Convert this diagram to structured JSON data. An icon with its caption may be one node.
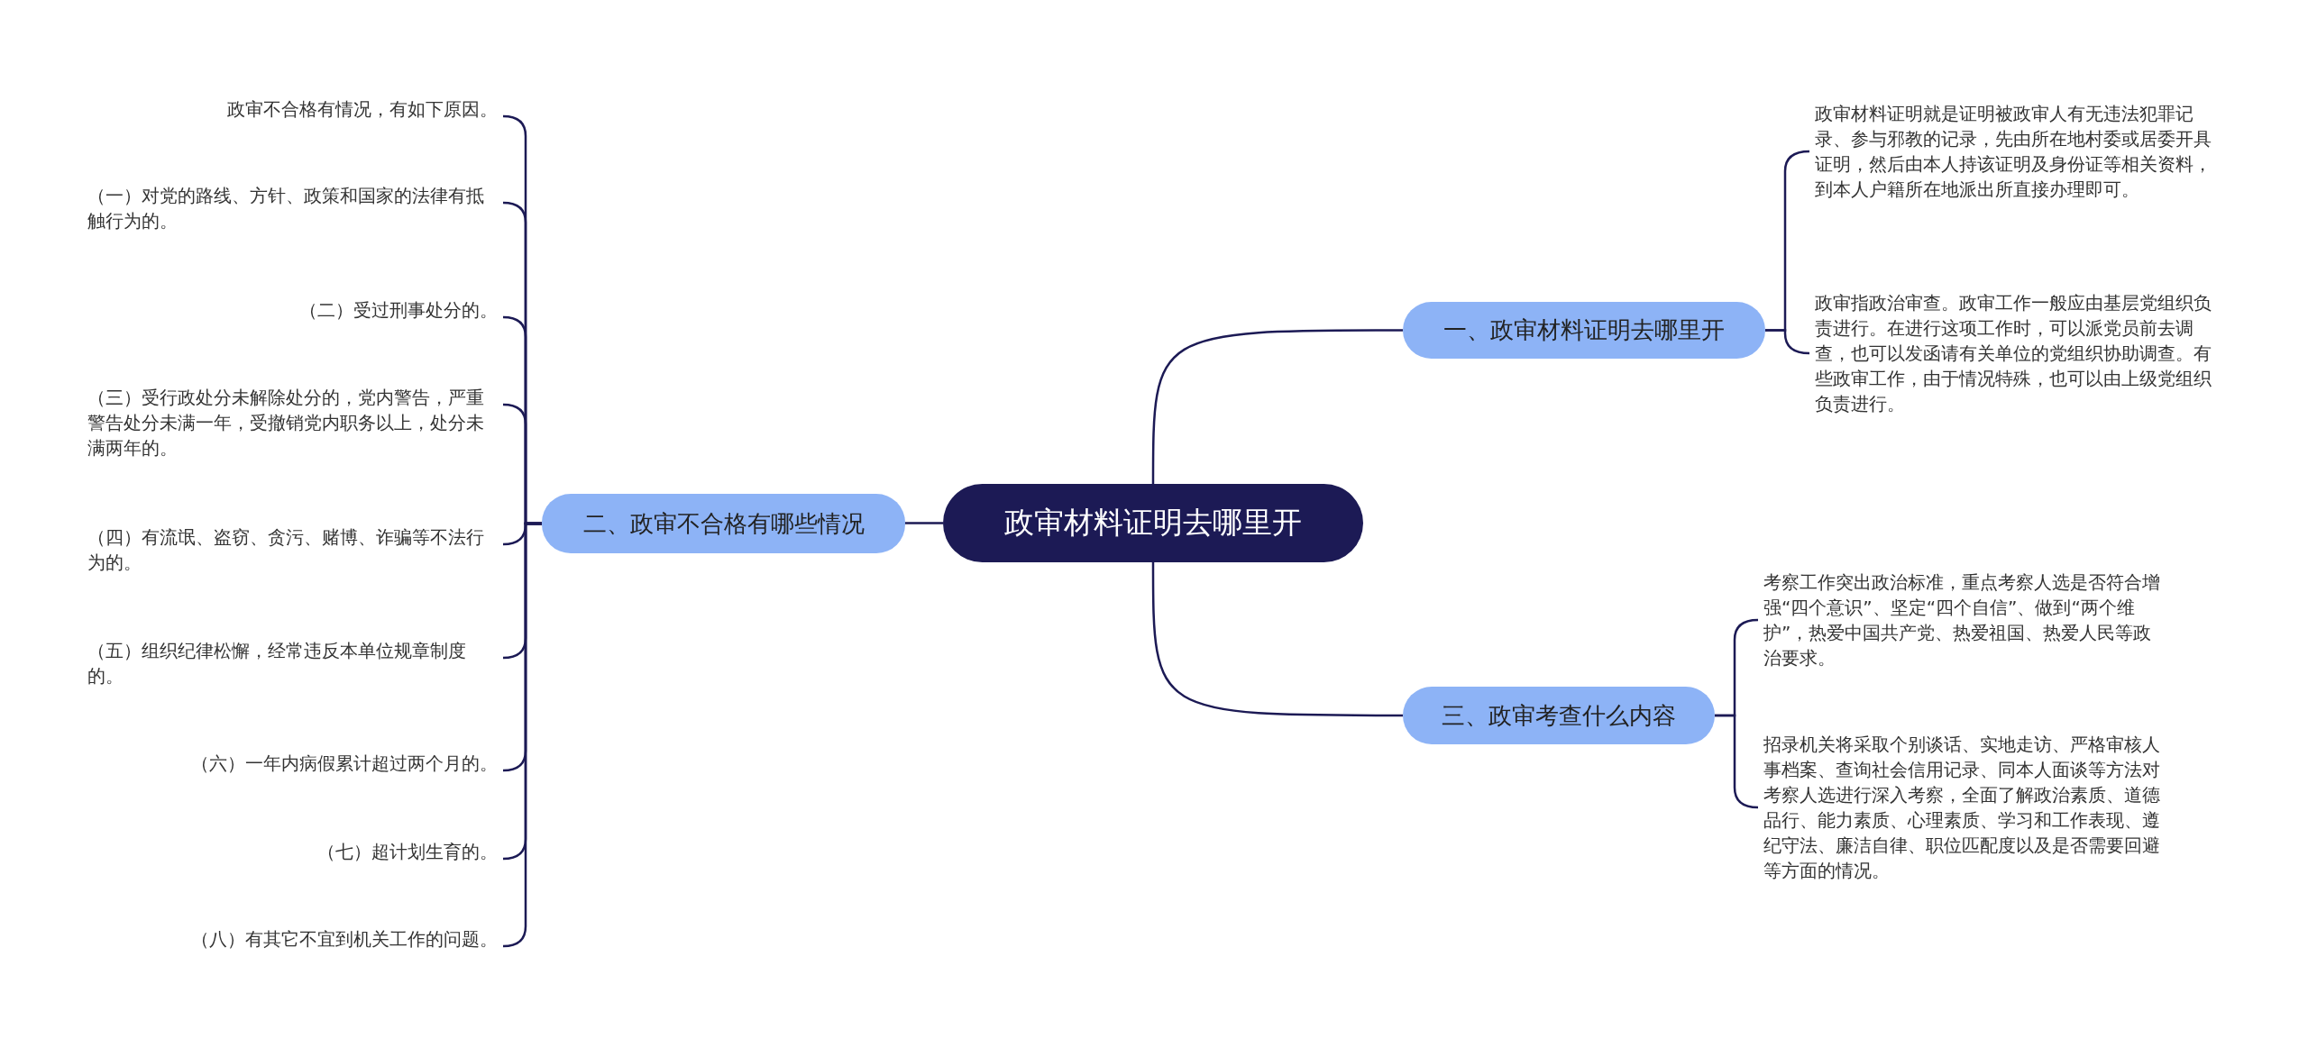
{
  "diagram": {
    "nodes": [
      {
        "text": [
          "政审材料证明去哪里开"
        ]
      },
      {
        "text": [
          "一、政审材料证明去哪里开"
        ]
      },
      {
        "text": [
          "政审材料证明就是证明被政审人有无违法犯罪记录、参与邪教的记录，先由所在地村委或居委开具证明，然后由本人持该证明及身份证等相关资料，到本人户籍所在地派出所直接办理即可。"
        ]
      },
      {
        "text": [
          "政审指政治审查。政审工作一般应由基层党组织负责进行。在进行这项工作时，可以派党员前去调查，也可以发函请有关单位的党组织协助调查。有些政审工作，由于情况特殊，也可以由上级党组织负责进行。"
        ]
      },
      {
        "text": [
          "三、政审考查什么内容"
        ]
      },
      {
        "text": [
          "考察工作突出政治标准，重点考察人选是否符合增强“四个意识”、坚定“四个自信”、做到“两个维护”，热爱中国共产党、热爱祖国、热爱人民等政治要求。"
        ]
      },
      {
        "text": [
          "招录机关将采取个别谈话、实地走访、严格审核人事档案、查询社会信用记录、同本人面谈等方法对考察人选进行深入考察，全面了解政治素质、道德品行、能力素质、心理素质、学习和工作表现、遵纪守法、廉洁自律、职位匹配度以及是否需要回避等方面的情况。"
        ]
      },
      {
        "text": [
          "二、政审不合格有哪些情况"
        ]
      },
      {
        "text": [
          "政审不合格有情况，有如下原因。"
        ]
      },
      {
        "text": [
          "（一）对党的路线、方针、政策和国家的法律有抵触行为的。"
        ]
      },
      {
        "text": [
          "（二）受过刑事处分的。"
        ]
      },
      {
        "text": [
          "（三）受行政处分未解除处分的，党内警告，严重警告处分未满一年，受撤销党内职务以上，处分未满两年的。"
        ]
      },
      {
        "text": [
          "（四）有流氓、盗窃、贪污、赌博、诈骗等不法行为的。"
        ]
      },
      {
        "text": [
          "（五）组织纪律松懈，经常违反本单位规章制度的。"
        ]
      },
      {
        "text": [
          "（六）一年内病假累计超过两个月的。"
        ]
      },
      {
        "text": [
          "（七）超计划生育的。"
        ]
      },
      {
        "text": [
          "（八）有其它不宜到机关工作的问题。"
        ]
      }
    ],
    "edges": [
      {
        "from": 0,
        "to": 1,
        "arrow": "none"
      },
      {
        "from": 1,
        "to": 2,
        "arrow": "none"
      },
      {
        "from": 1,
        "to": 3,
        "arrow": "none"
      },
      {
        "from": 0,
        "to": 4,
        "arrow": "none"
      },
      {
        "from": 4,
        "to": 5,
        "arrow": "none"
      },
      {
        "from": 4,
        "to": 6,
        "arrow": "none"
      },
      {
        "from": 0,
        "to": 7,
        "arrow": "none"
      },
      {
        "from": 7,
        "to": 8,
        "arrow": "none"
      },
      {
        "from": 7,
        "to": 9,
        "arrow": "none"
      },
      {
        "from": 7,
        "to": 10,
        "arrow": "none"
      },
      {
        "from": 7,
        "to": 11,
        "arrow": "none"
      },
      {
        "from": 7,
        "to": 12,
        "arrow": "none"
      },
      {
        "from": 7,
        "to": 13,
        "arrow": "none"
      },
      {
        "from": 7,
        "to": 14,
        "arrow": "none"
      },
      {
        "from": 7,
        "to": 15,
        "arrow": "none"
      },
      {
        "from": 7,
        "to": 16,
        "arrow": "none"
      }
    ]
  }
}
